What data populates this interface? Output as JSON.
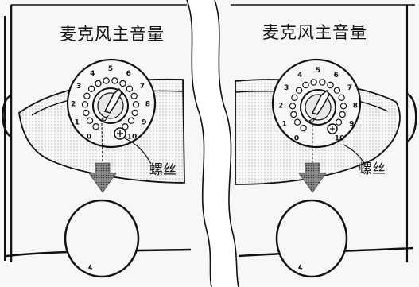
{
  "panels": [
    {
      "title": "麦克风主音量",
      "dial_numbers": [
        "0",
        "1",
        "2",
        "3",
        "4",
        "5",
        "6",
        "7",
        "8",
        "9",
        "10"
      ],
      "screw_label": "螺丝"
    },
    {
      "title": "麦克风主音量",
      "dial_numbers": [
        "0",
        "1",
        "2",
        "3",
        "4",
        "5",
        "6",
        "7",
        "8",
        "9",
        "10"
      ],
      "screw_label": "螺丝"
    }
  ],
  "colors": {
    "ink": "#111111",
    "arrow": "#7a7a7a",
    "paper": "#f7f7f5"
  }
}
